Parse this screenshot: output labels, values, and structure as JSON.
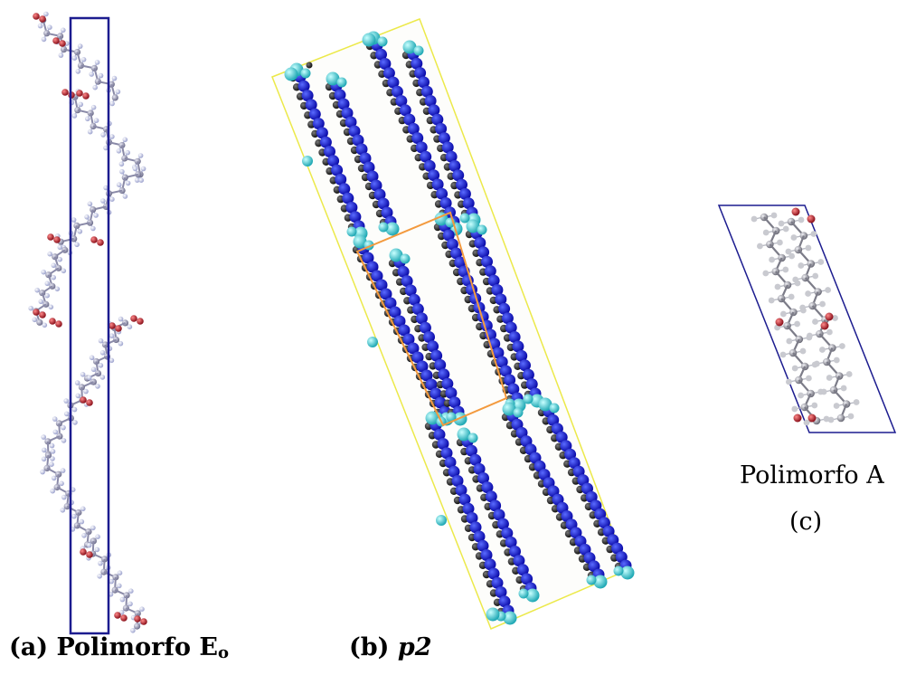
{
  "panels": [
    {
      "id": "a",
      "label_prefix": "(a) Polimorfo E",
      "label_subscript": "o"
    },
    {
      "id": "b",
      "label_prefix": "(b) ",
      "label_italic": "p2"
    },
    {
      "id": "c",
      "name": "Polimorfo A",
      "label": "(c)"
    }
  ],
  "colors": {
    "cell_blue": "#1c1c8f",
    "cell_yellow": "#ece94a",
    "cell_orange": "#f39a3e",
    "atom_carbon_a": "#9c9cb6",
    "atom_hydrogen_a": "#c3c8e4",
    "atom_oxygen": "#b51c2c",
    "atom_blue_b": "#1414d2",
    "atom_cyan_b": "#37d2d8",
    "atom_dark_b": "#2b2b2b",
    "atom_carbon_c": "#8e8e98",
    "atom_hydrogen_c": "#c9cad0"
  }
}
